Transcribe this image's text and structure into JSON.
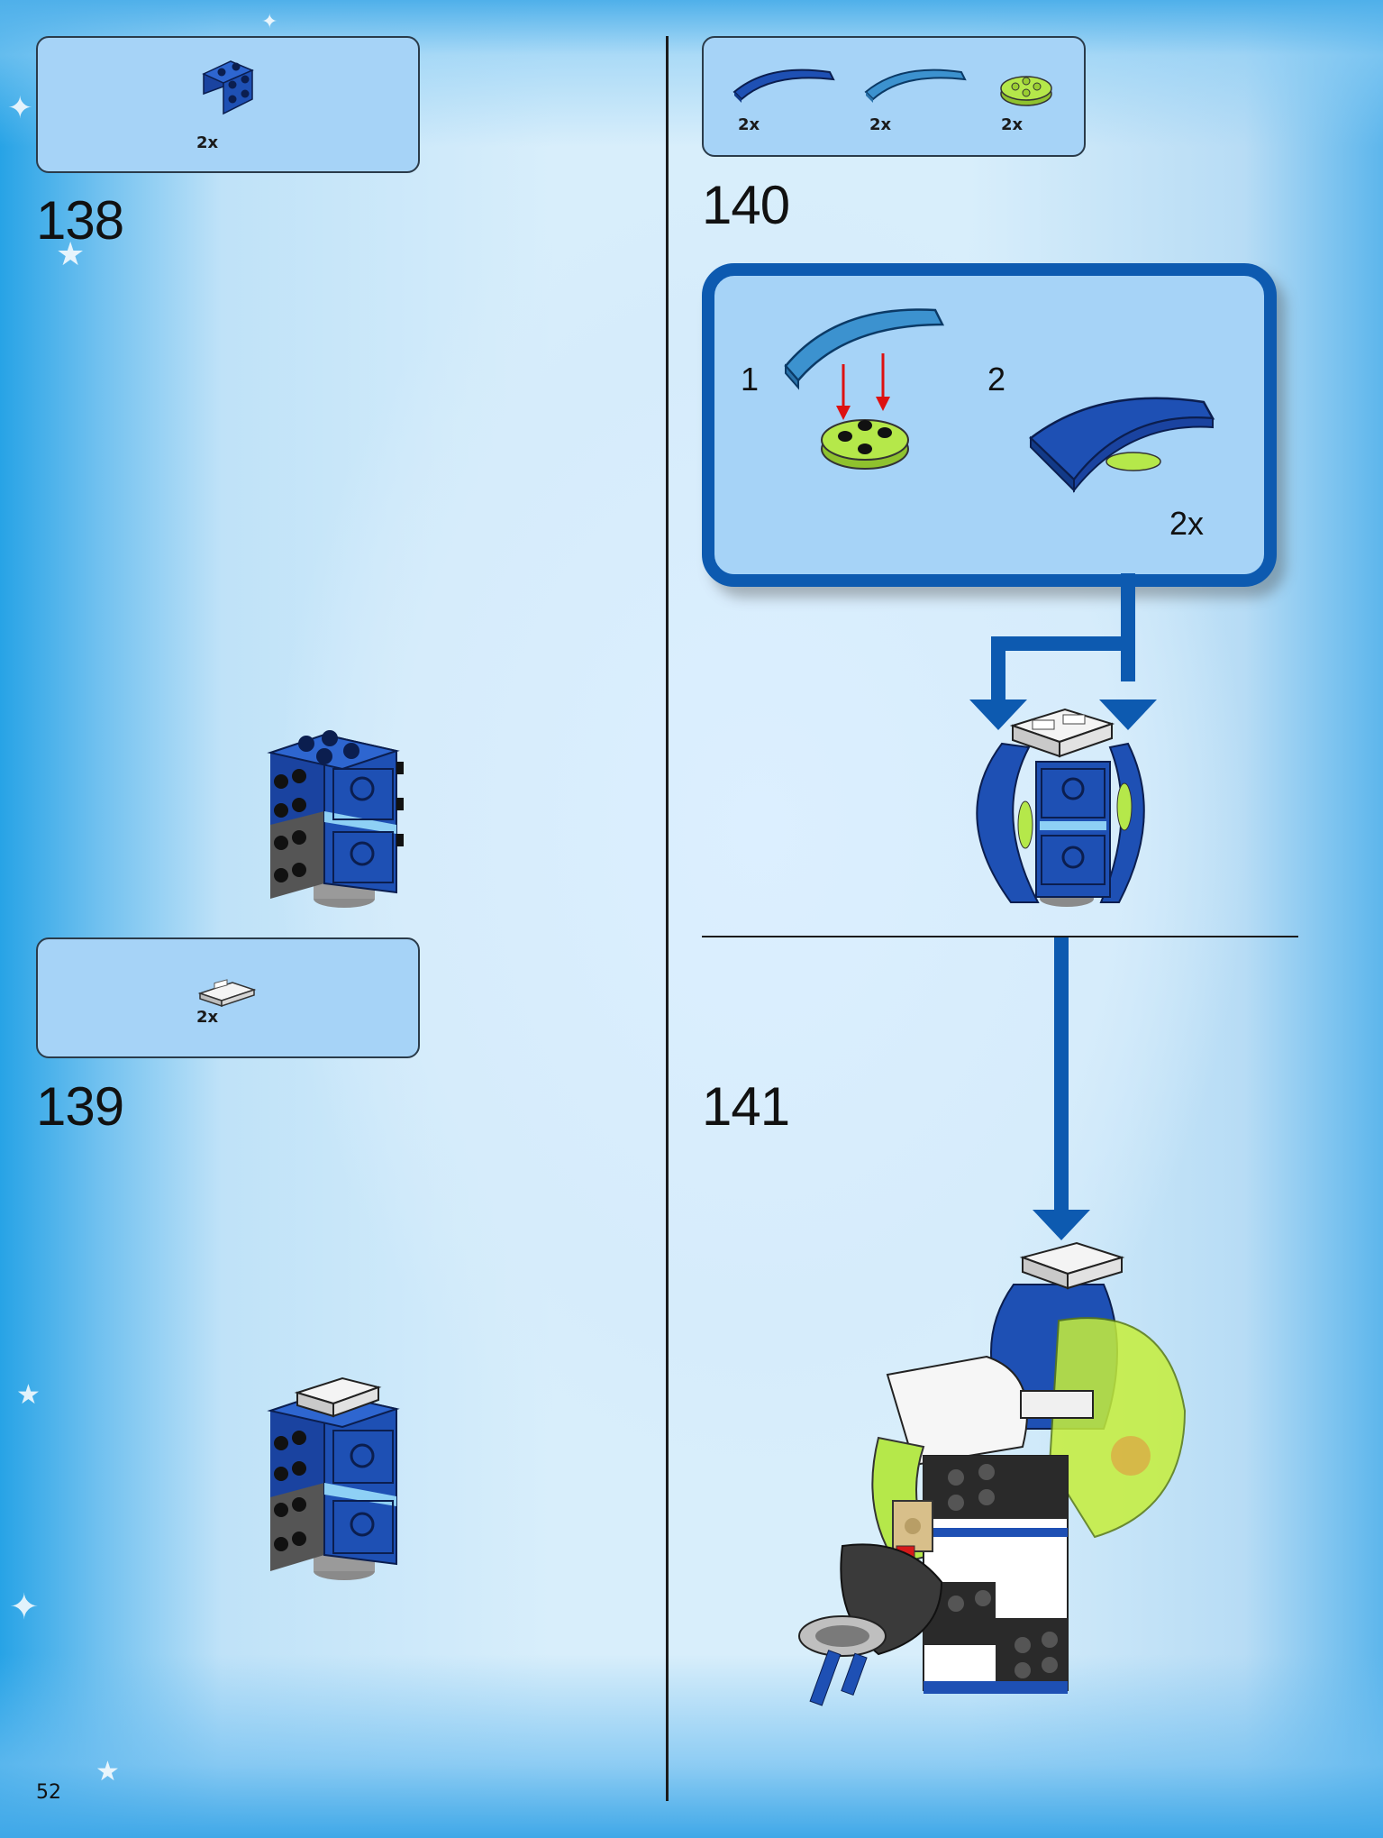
{
  "page_number": "52",
  "steps": [
    {
      "number": "138",
      "parts": [
        {
          "name": "blue-bracket-piece",
          "qty": "2x"
        }
      ]
    },
    {
      "number": "139",
      "parts": [
        {
          "name": "white-tile-piece",
          "qty": "2x"
        }
      ]
    },
    {
      "number": "140",
      "parts": [
        {
          "name": "dark-blue-curved-slope",
          "qty": "2x"
        },
        {
          "name": "light-blue-curved-slope",
          "qty": "2x"
        },
        {
          "name": "lime-round-plate",
          "qty": "2x"
        }
      ],
      "substeps": [
        {
          "number": "1"
        },
        {
          "number": "2"
        }
      ],
      "subassembly_qty": "2x"
    },
    {
      "number": "141",
      "parts": []
    }
  ],
  "colors": {
    "page_background": "#d6ebf8",
    "parts_box": "#a6d3f7",
    "callout_border": "#0d5ab0",
    "arrow": "#0d5ab0",
    "brick_blue": "#1e50b4",
    "brick_lime": "#b5e84a",
    "brick_black": "#1e1e1e"
  }
}
